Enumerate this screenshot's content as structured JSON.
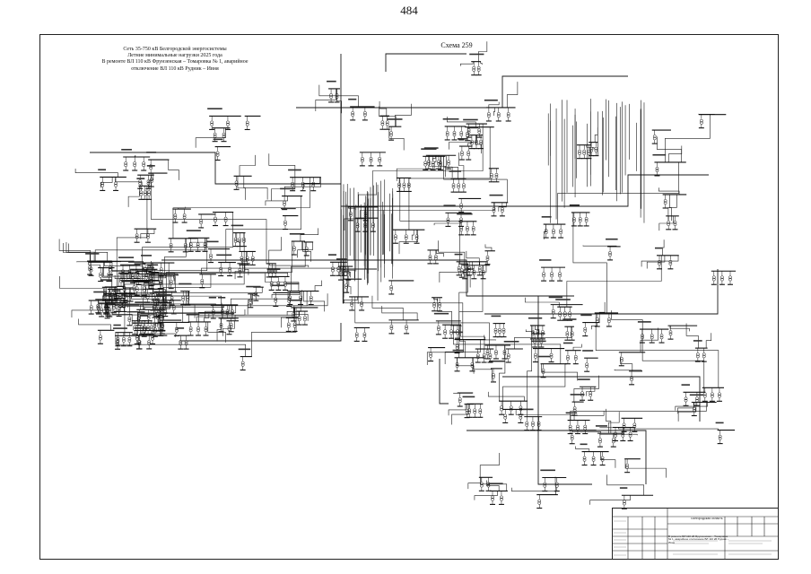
{
  "page": {
    "number": "484"
  },
  "header": {
    "lines": [
      "Сеть 35-750 кВ Белгородской энергосистемы",
      "Летние минимальные нагрузки 2025 года",
      "В ремонте ВЛ 110 кВ Фрунзенская – Томаровка № 1, аварийное",
      "отключение ВЛ 110 кВ Рудник – Ивня"
    ],
    "scheme_label": "Схема 259"
  },
  "stamp": {
    "title": "Белгородская область",
    "description": "В ремонте ВЛ 110 кВ Фрунзенская – Томаровка № 1, аварийное отключение ВЛ 110 кВ Рудник – Ивня"
  }
}
